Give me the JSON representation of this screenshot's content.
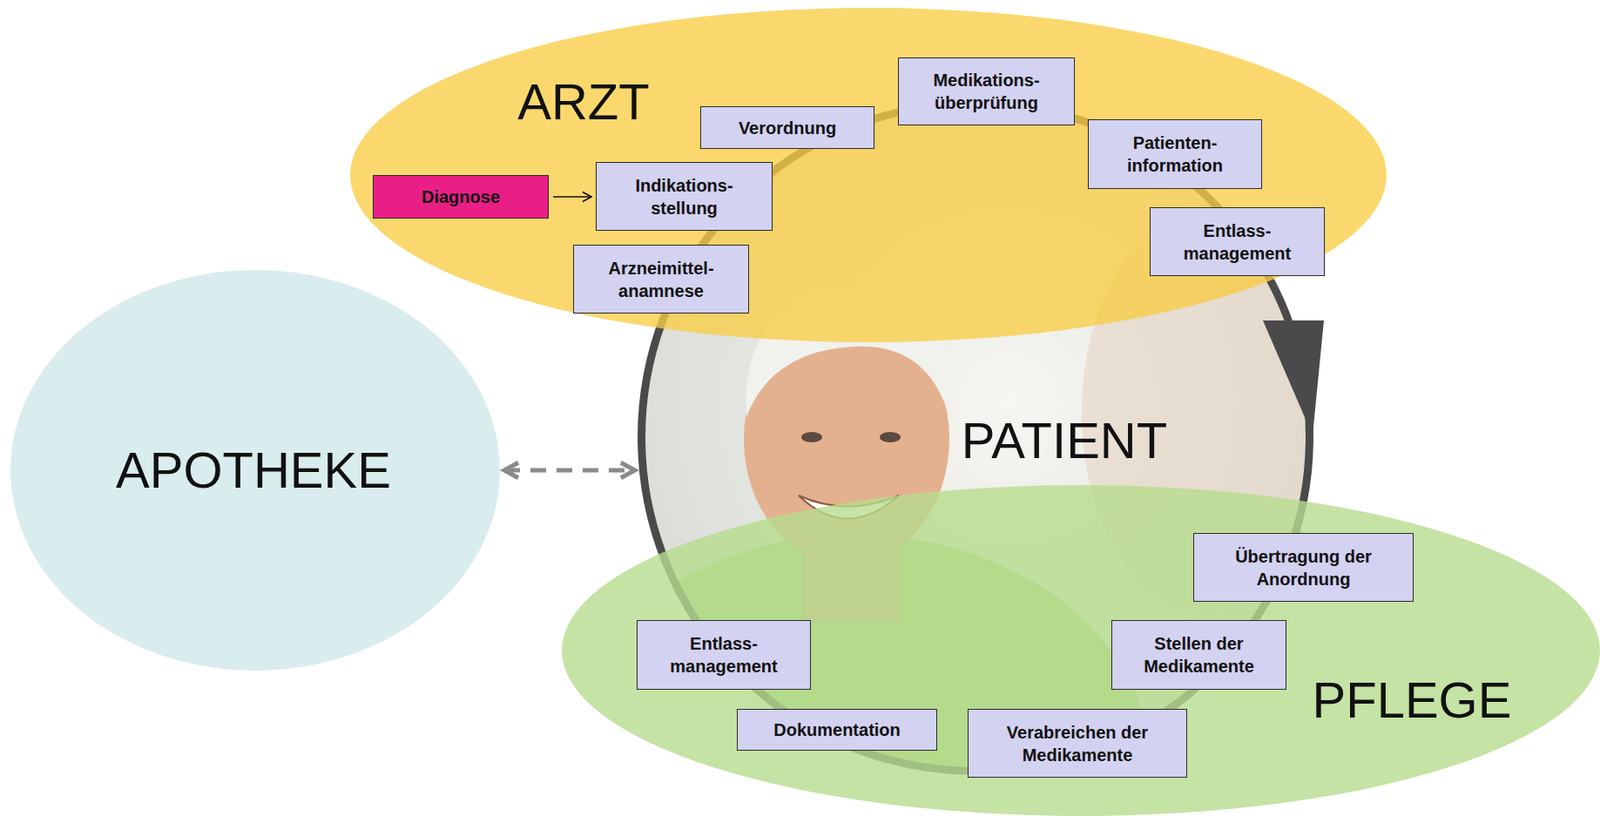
{
  "diagram": {
    "nodes": [
      {
        "text": [
          "ARZT"
        ]
      },
      {
        "text": [
          "Diagnose"
        ],
        "in": 0
      },
      {
        "text": [
          "Indikations- stellung"
        ],
        "in": 0
      },
      {
        "text": [
          "Verordnung"
        ],
        "in": 0
      },
      {
        "text": [
          "Medikations- überprüfung"
        ],
        "in": 0
      },
      {
        "text": [
          "Patienten- information"
        ],
        "in": 0
      },
      {
        "text": [
          "Entlass- management"
        ],
        "in": 0
      },
      {
        "text": [
          "Arzneimittel- anamnese"
        ],
        "in": 0
      },
      {
        "text": [
          "APOTHEKE"
        ]
      },
      {
        "text": [
          "PATIENT"
        ]
      },
      {
        "text": [
          "PFLEGE"
        ]
      },
      {
        "text": [
          "Übertragung der Anordnung"
        ],
        "in": 10
      },
      {
        "text": [
          "Stellen der Medikamente"
        ],
        "in": 10
      },
      {
        "text": [
          "Verabreichen der Medikamente"
        ],
        "in": 10
      },
      {
        "text": [
          "Dokumentation"
        ],
        "in": 10
      },
      {
        "text": [
          "Entlass- management"
        ],
        "in": 10
      }
    ],
    "edges": [
      {
        "from": 1,
        "to": 2,
        "arrow": "to"
      },
      {
        "from": 8,
        "to": 9,
        "arrow": "both"
      }
    ]
  }
}
